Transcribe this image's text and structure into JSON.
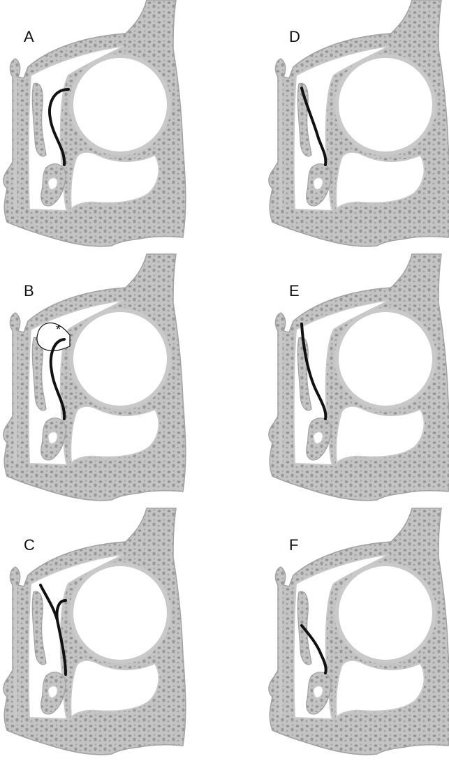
{
  "figure": {
    "panels": [
      {
        "id": "A",
        "label": "A",
        "variant": "a"
      },
      {
        "id": "D",
        "label": "D",
        "variant": "d"
      },
      {
        "id": "B",
        "label": "B",
        "variant": "b",
        "marker": "*"
      },
      {
        "id": "E",
        "label": "E",
        "variant": "e"
      },
      {
        "id": "C",
        "label": "C",
        "variant": "c"
      },
      {
        "id": "F",
        "label": "F",
        "variant": "f"
      }
    ]
  },
  "colors": {
    "bone": "#c6c6c6",
    "bone_edge": "#9c9c9c",
    "pore": "#8f8f8f",
    "air": "#ffffff",
    "wall": "#c9c9c9",
    "highlight": "#111111",
    "background": "#ffffff"
  }
}
